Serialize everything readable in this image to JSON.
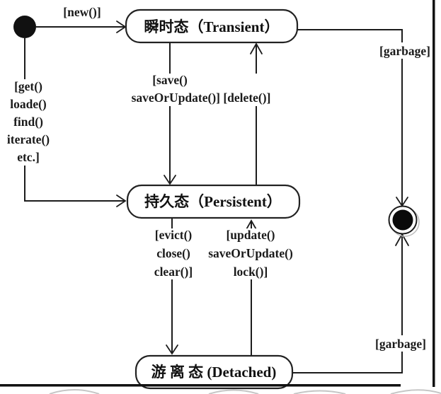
{
  "diagram": {
    "states": {
      "start": {
        "name": "initial-state"
      },
      "transient": {
        "label": "瞬时态（Transient）"
      },
      "persistent": {
        "label": "持久态（Persistent）"
      },
      "detached": {
        "label": "游 离 态 (Detached)"
      },
      "end": {
        "name": "final-state"
      }
    },
    "transitions": {
      "new": {
        "label": "[new()]"
      },
      "load": {
        "lines": [
          "[get()",
          "loade()",
          "find()",
          "iterate()",
          "etc.]"
        ]
      },
      "save_delete": {
        "row1": "[save()",
        "row2": "saveOrUpdate()] [delete()]"
      },
      "evict": {
        "lines": [
          "[evict()",
          "close()",
          "clear()]"
        ]
      },
      "update": {
        "lines": [
          "[update()",
          "saveOrUpdate()",
          "lock()]"
        ]
      },
      "garbage_top": {
        "label": "[garbage]"
      },
      "garbage_bottom": {
        "label": "[garbage]"
      }
    },
    "colors": {
      "line": "#1c1c1c",
      "text": "#1a1a1a",
      "background": "#ffffff"
    }
  }
}
